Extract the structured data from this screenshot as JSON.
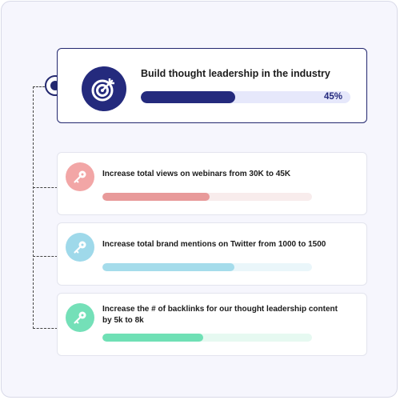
{
  "goal": {
    "title": "Build thought leadership in the industry",
    "progress": 0.45,
    "progress_label": "45%",
    "icon": "target-icon",
    "color": "#242a7d",
    "track_color": "#e6e8fb"
  },
  "key_results": [
    {
      "title": "Increase total views on webinars from 30K to 45K",
      "progress": 0.51,
      "icon": "key-icon",
      "color": "#e89a9a",
      "icon_bg": "#f2a6a6",
      "track_color": "#f8ecec"
    },
    {
      "title": "Increase total brand mentions on Twitter from 1000 to 1500",
      "progress": 0.63,
      "icon": "key-icon",
      "color": "#a5dceb",
      "icon_bg": "#9fd9ea",
      "track_color": "#eaf6fa"
    },
    {
      "title": "Increase the # of backlinks for our thought leadership content by 5k to 8k",
      "progress": 0.48,
      "icon": "key-icon",
      "color": "#6fe0b5",
      "icon_bg": "#74e0b8",
      "track_color": "#e6f9f1"
    }
  ]
}
